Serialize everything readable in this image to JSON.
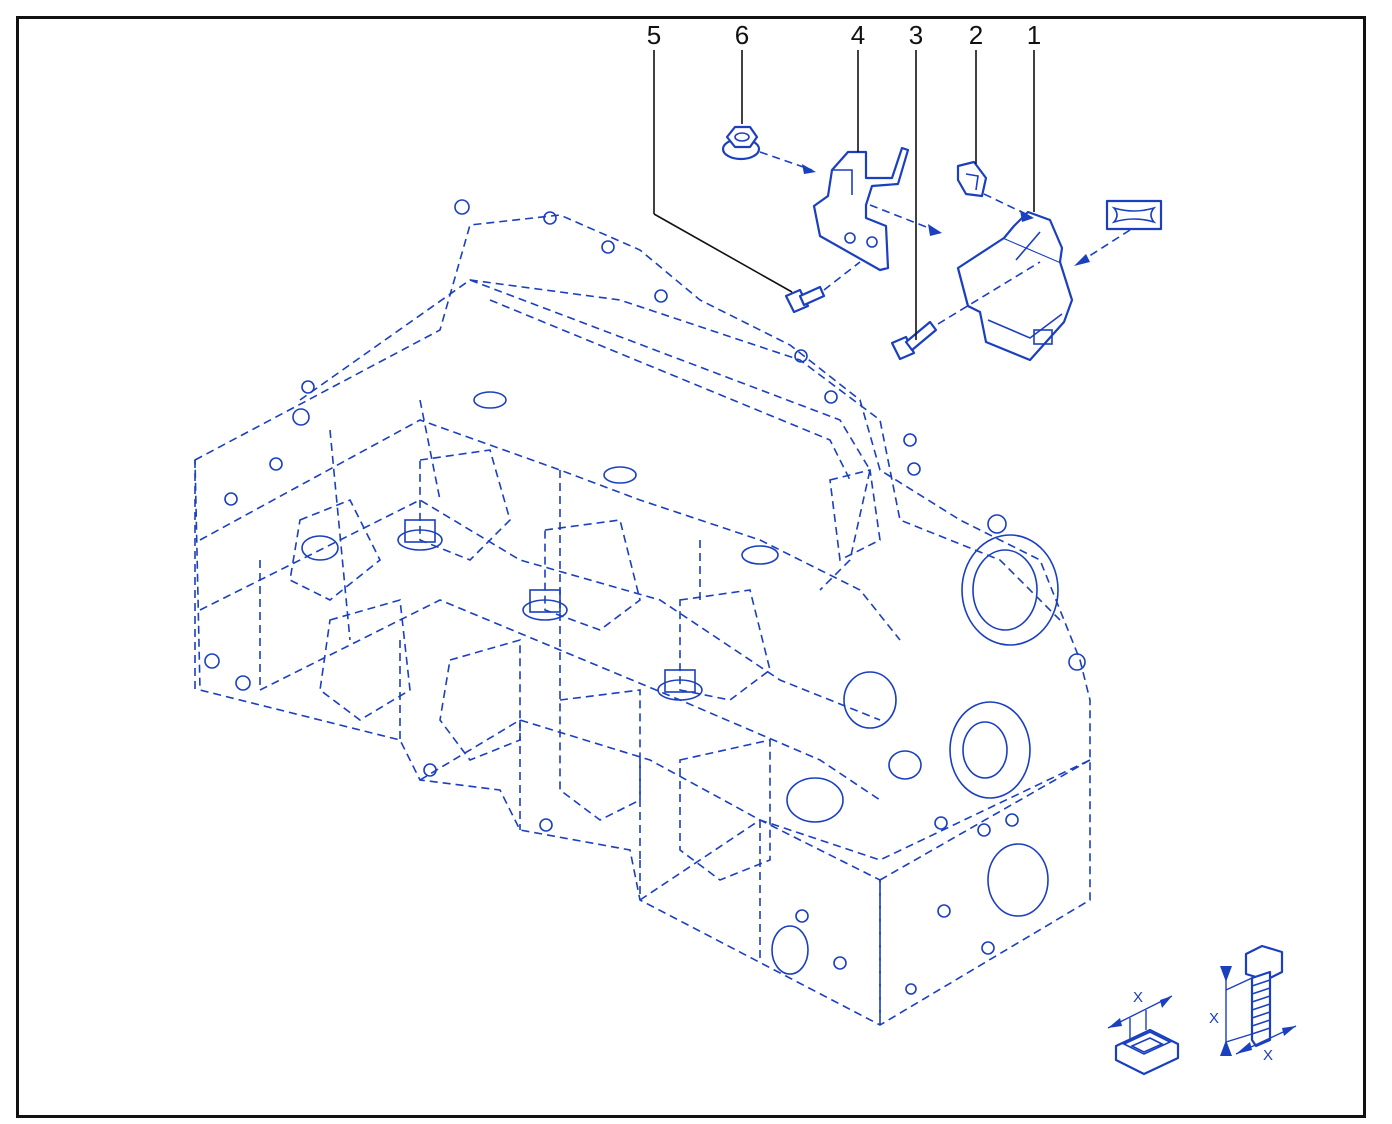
{
  "colors": {
    "ink": "#1a3fbf",
    "frame": "#111111",
    "leader": "#111111"
  },
  "callouts": {
    "c1": "1",
    "c2": "2",
    "c3": "3",
    "c4": "4",
    "c5": "5",
    "c6": "6"
  },
  "symbols": {
    "nut_dimension": "X",
    "bolt_dimension_length": "X",
    "bolt_dimension_thread": "X"
  },
  "icons": [
    "new-gasket-icon",
    "nut-dimension-icon",
    "bolt-dimension-icon"
  ]
}
